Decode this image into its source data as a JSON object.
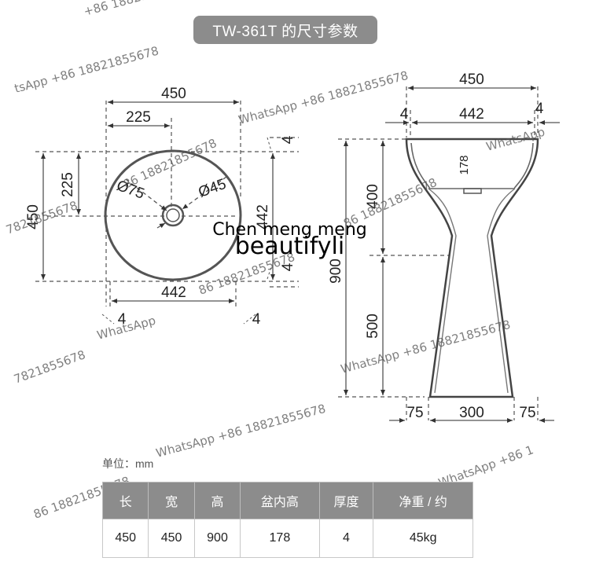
{
  "title": "TW-361T 的尺寸参数",
  "brand_line1": "Chen meng meng",
  "brand_line2": "beautifyli",
  "watermark": "WhatsApp +86 18821855678",
  "watermark_fragments": [
    "tsApp +86 18821855678",
    "+86 18821855678",
    "WhatsApp +86 18821855678",
    "7821855678",
    "86 18821855678",
    "WhatsApp +86 1",
    "WhatsApp +86 18821855678",
    "WhatsApp",
    "678"
  ],
  "top_view": {
    "width": "450",
    "half_width": "225",
    "depth": "450",
    "half_depth": "225",
    "inner_width": "442",
    "inner_depth": "442",
    "rim_left": "4",
    "rim_right": "4",
    "rim_top": "4",
    "rim_side": "4",
    "basin_dia": "Ø75",
    "drain_dia": "Ø45"
  },
  "side_view": {
    "width": "450",
    "inner_width": "442",
    "rim_left": "4",
    "rim_right": "4",
    "basin_depth": "178",
    "upper_height": "400",
    "total_height": "900",
    "lower_height": "500",
    "base_left": "75",
    "base_width": "300",
    "base_right": "75"
  },
  "unit_label": "单位：mm",
  "table": {
    "headers": [
      "长",
      "宽",
      "高",
      "盆内高",
      "厚度",
      "净重 / 约"
    ],
    "values": [
      "450",
      "450",
      "900",
      "178",
      "4",
      "45kg"
    ]
  }
}
